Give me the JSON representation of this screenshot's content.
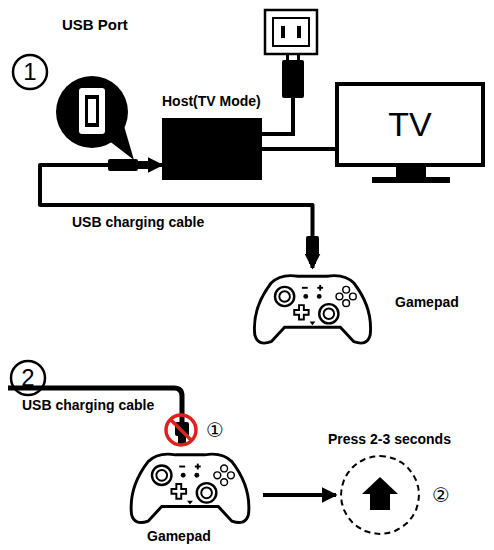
{
  "diagram": {
    "nodes": [
      {
        "text": [
          "Host(TV Mode)"
        ]
      },
      {
        "text": [
          "TV"
        ]
      },
      {
        "text": [
          "Gamepad"
        ]
      },
      {
        "text": [
          "Gamepad"
        ]
      },
      {
        "text": [
          "Press 2-3 seconds"
        ]
      }
    ],
    "edges": [
      {
        "from": 0,
        "to": 1,
        "arrow": "none"
      },
      {
        "from": 0,
        "to": 2,
        "arrow": "both",
        "label": "USB charging cable"
      },
      {
        "from": 3,
        "to": 4,
        "arrow": "to"
      }
    ],
    "labels": [
      "1",
      "USB Port",
      "2",
      "USB charging cable",
      "①",
      "②"
    ]
  }
}
